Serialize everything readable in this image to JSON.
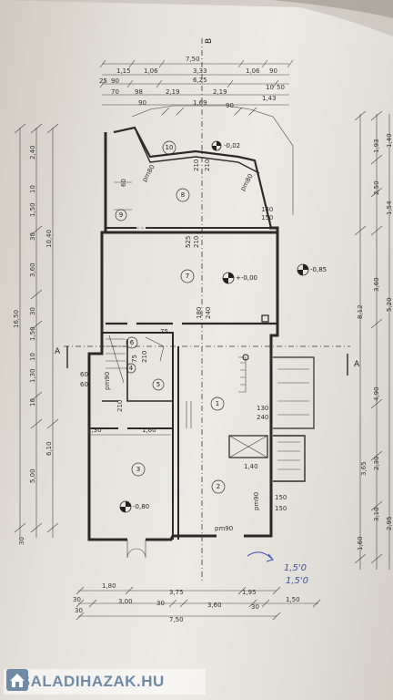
{
  "section_marks": {
    "a": "A",
    "b": "B"
  },
  "rooms": {
    "r1": "1",
    "r2": "2",
    "r3": "3",
    "r4": "4",
    "r5": "5",
    "r6": "6",
    "r7": "7",
    "r8": "8",
    "r9": "9",
    "r10": "10"
  },
  "levels": {
    "terrace": "-0,02",
    "main": "+-0,00",
    "outside": "-0,85",
    "room3": "-0,80"
  },
  "top_dims": {
    "row1": [
      "1,15",
      "1,06",
      "3,33",
      "1,06",
      "90"
    ],
    "row2": [
      "7,50"
    ],
    "row3": [
      "25",
      "90",
      "6,25",
      "10",
      "50"
    ],
    "row4": [
      "70",
      "98",
      "2,19",
      "2,19",
      "1,43"
    ],
    "row5": [
      "90",
      "1,69",
      "90"
    ]
  },
  "bottom_dims": {
    "row1": [
      "1,80",
      "3,75",
      "1,95"
    ],
    "row2": [
      "3,00",
      "30",
      "3,60",
      "30",
      "1,50"
    ],
    "row3": [
      "7,50"
    ],
    "edge": [
      "30",
      "30"
    ]
  },
  "left_dims": {
    "outer": "16,50",
    "mid": [
      "2,40",
      "10",
      "1,50",
      "30",
      "3,60",
      "30",
      "1,50",
      "10",
      "1,30",
      "10",
      "5,00",
      "30"
    ],
    "inner": [
      "10,40",
      "6,10"
    ]
  },
  "right_dims": {
    "outer": "8,12",
    "mid": [
      "1,93",
      "1,40",
      "2,50",
      "3,60",
      "4,90",
      "3,65",
      "1,60",
      "2,30"
    ],
    "inner": [
      "5,20",
      "1,54",
      "2,95",
      "3,10"
    ]
  },
  "inner_dims": {
    "stair_w": "130",
    "stair_h": "240",
    "a": "140",
    "b": "150",
    "c": "525",
    "d": "210",
    "e": "180",
    "f": "240",
    "g": "60",
    "h": "60",
    "i": "1,30",
    "j": "1,60",
    "k": "1,40",
    "l": "150",
    "m": "150",
    "n": "210",
    "o": "75",
    "p": "75",
    "door1": "pm90",
    "door2": "pm90",
    "door3": "pm80",
    "door4": "pm80",
    "door5": "pm90"
  },
  "handwritten": {
    "top": "1,5'0",
    "bottom": "1,5'0"
  },
  "watermark": {
    "text": "CSALADIHAZAK.HU"
  }
}
